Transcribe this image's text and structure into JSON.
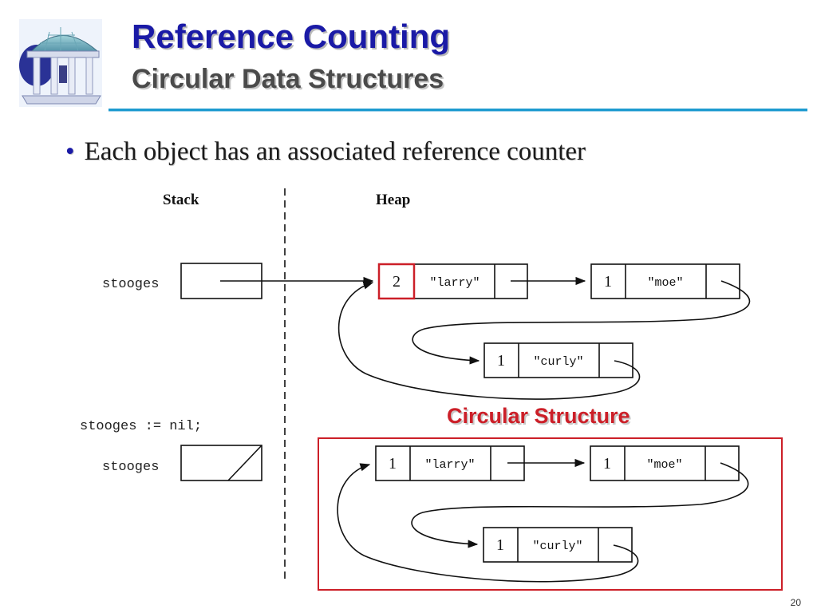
{
  "slide": {
    "title": "Reference Counting",
    "subtitle": "Circular Data Structures",
    "bullet": "Each object has an associated reference counter",
    "slide_number": "20",
    "callout": "Circular Structure",
    "accent_color": "#1d9ad0",
    "highlight_color": "#cc1f28",
    "logo_icon": "old-well-logo-icon"
  },
  "diagram": {
    "stack_label": "Stack",
    "heap_label": "Heap",
    "before": {
      "var_label": "stooges",
      "nodes": [
        {
          "count": "2",
          "value": "\"larry\""
        },
        {
          "count": "1",
          "value": "\"moe\""
        },
        {
          "count": "1",
          "value": "\"curly\""
        }
      ]
    },
    "statement": "stooges := nil;",
    "after": {
      "var_label": "stooges",
      "nodes": [
        {
          "count": "1",
          "value": "\"larry\""
        },
        {
          "count": "1",
          "value": "\"moe\""
        },
        {
          "count": "1",
          "value": "\"curly\""
        }
      ]
    }
  }
}
